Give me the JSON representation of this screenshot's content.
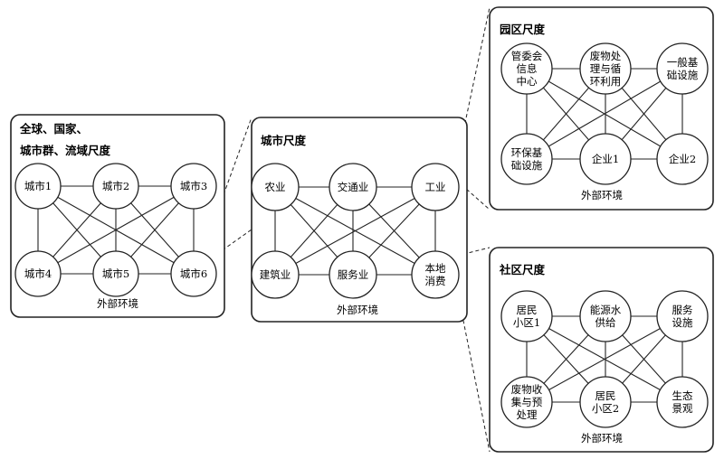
{
  "panels": {
    "global": {
      "title_lines": [
        "全球、国家、",
        "城市群、流域尺度"
      ],
      "env": "外部环境",
      "nodes": [
        "城市1",
        "城市2",
        "城市3",
        "城市4",
        "城市5",
        "城市6"
      ]
    },
    "city": {
      "title_lines": [
        "城市尺度"
      ],
      "env": "外部环境",
      "nodes": [
        "农业",
        "交通业",
        "工业",
        "建筑业",
        "服务业",
        "本地\n消费"
      ]
    },
    "park": {
      "title_lines": [
        "园区尺度"
      ],
      "env": "外部环境",
      "nodes": [
        "管委会\n信息\n中心",
        "废物处\n理与循\n环利用",
        "一般基\n础设施",
        "环保基\n础设施",
        "企业1",
        "企业2"
      ]
    },
    "community": {
      "title_lines": [
        "社区尺度"
      ],
      "env": "外部环境",
      "nodes": [
        "居民\n小区1",
        "能源水\n供给",
        "服务\n设施",
        "废物收\n集与预\n处理",
        "居民\n小区2",
        "生态\n景观"
      ]
    }
  }
}
